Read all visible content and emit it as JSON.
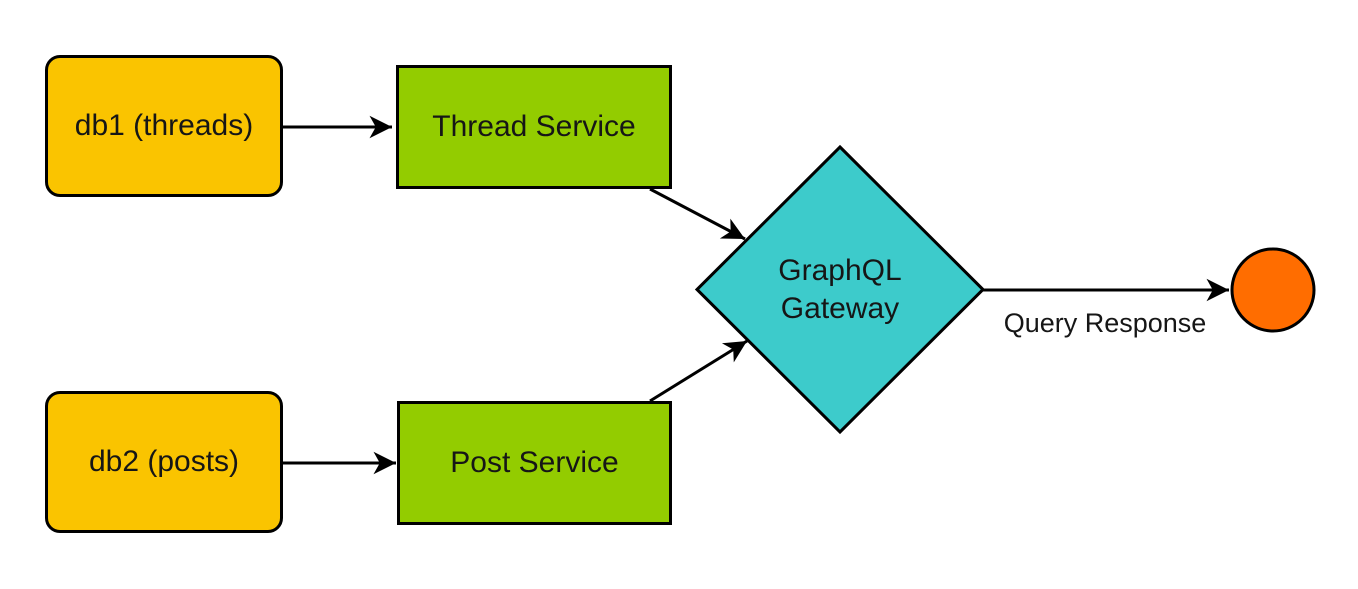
{
  "diagram": {
    "title": "GraphQL gateway architecture diagram",
    "nodes": {
      "db1": {
        "label": "db1 (threads)",
        "shape": "rounded-rectangle",
        "fill": "#FAC400"
      },
      "thread_service": {
        "label": "Thread Service",
        "shape": "rectangle",
        "fill": "#93CC00"
      },
      "db2": {
        "label": "db2 (posts)",
        "shape": "rounded-rectangle",
        "fill": "#FAC400"
      },
      "post_service": {
        "label": "Post Service",
        "shape": "rectangle",
        "fill": "#93CC00"
      },
      "gateway": {
        "label": "GraphQL Gateway",
        "shape": "diamond",
        "fill": "#3DCBCB"
      },
      "endpoint": {
        "label": "",
        "shape": "circle",
        "fill": "#FF6D00"
      }
    },
    "edges": [
      {
        "from": "db1",
        "to": "thread_service",
        "label": ""
      },
      {
        "from": "db2",
        "to": "post_service",
        "label": ""
      },
      {
        "from": "thread_service",
        "to": "gateway",
        "label": ""
      },
      {
        "from": "post_service",
        "to": "gateway",
        "label": ""
      },
      {
        "from": "gateway",
        "to": "endpoint",
        "label": "Query Response"
      }
    ],
    "colors": {
      "database_fill": "#FAC400",
      "service_fill": "#93CC00",
      "gateway_fill": "#3DCBCB",
      "endpoint_fill": "#FF6D00",
      "stroke": "#000000",
      "text": "#161616",
      "background": "#FFFFFF"
    }
  }
}
